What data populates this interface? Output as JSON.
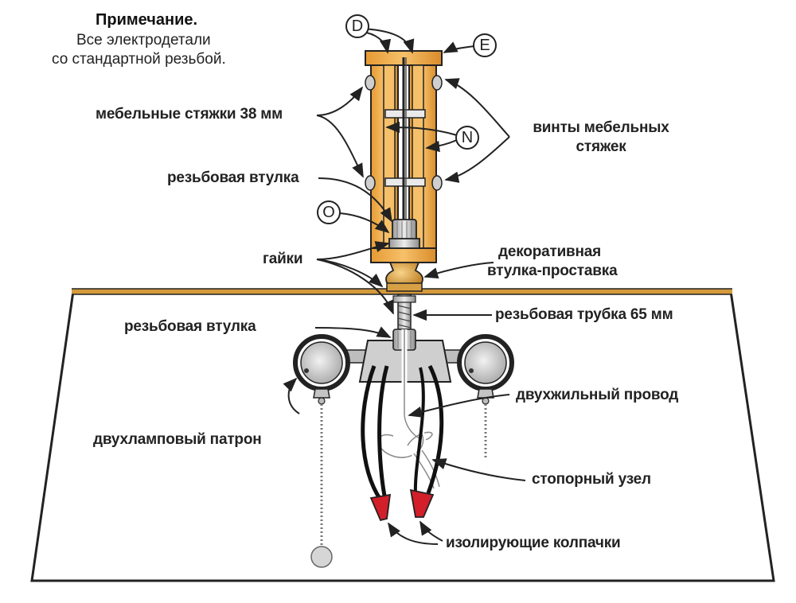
{
  "note": {
    "title": "Примечание.",
    "line1": "Все электродетали",
    "line2": "со стандартной резьбой."
  },
  "callouts": {
    "d": "D",
    "e": "E",
    "n": "N",
    "o": "O"
  },
  "labels": {
    "furniture_ties": "мебельные стяжки 38 мм",
    "tie_screws_1": "винты мебельных",
    "tie_screws_2": "стяжек",
    "threaded_bushing_top": "резьбовая втулка",
    "nuts": "гайки",
    "decorative_spacer_1": "декоративная",
    "decorative_spacer_2": "втулка-проставка",
    "threaded_bushing_bottom": "резьбовая втулка",
    "threaded_tube": "резьбовая трубка 65 мм",
    "twin_lamp_holder": "двухламповый патрон",
    "two_core_wire": "двухжильный провод",
    "stop_knot": "стопорный узел",
    "insulating_caps": "изолирующие колпачки"
  },
  "colors": {
    "wood": "#f2b24e",
    "wood_dark": "#c98a2a",
    "metal": "#c9c9c9",
    "metal_dark": "#8a8a8a",
    "cap": "#d21f2a",
    "shelf_edge": "#d59a3c",
    "ink": "#222222"
  }
}
